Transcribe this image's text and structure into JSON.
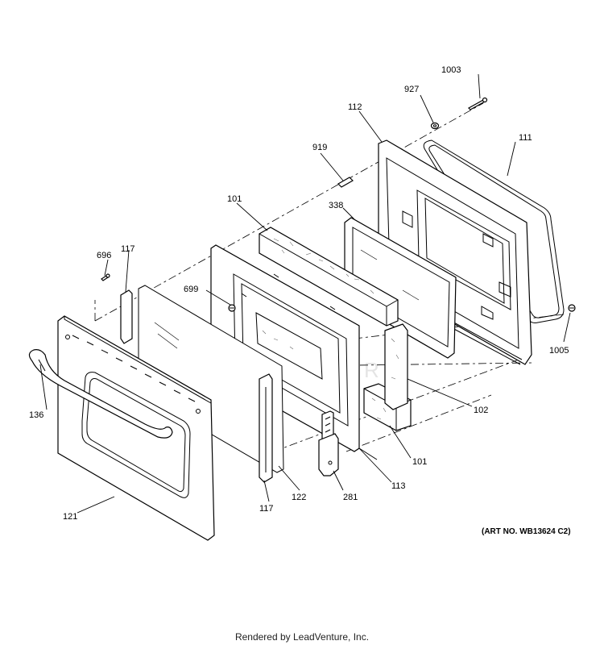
{
  "diagram": {
    "art_number": "(ART NO. WB13624 C2)",
    "watermark": "LEADVENTURE",
    "footer": "Rendered by LeadVenture, Inc.",
    "callouts": {
      "c1003": "1003",
      "c927": "927",
      "c112": "112",
      "c111": "111",
      "c919": "919",
      "c101_top": "101",
      "c338": "338",
      "c696": "696",
      "c117_top": "117",
      "c699": "699",
      "c1005": "1005",
      "c102": "102",
      "c136": "136",
      "c101_bottom": "101",
      "c113": "113",
      "c122": "122",
      "c281": "281",
      "c117_bottom": "117",
      "c121": "121"
    }
  }
}
